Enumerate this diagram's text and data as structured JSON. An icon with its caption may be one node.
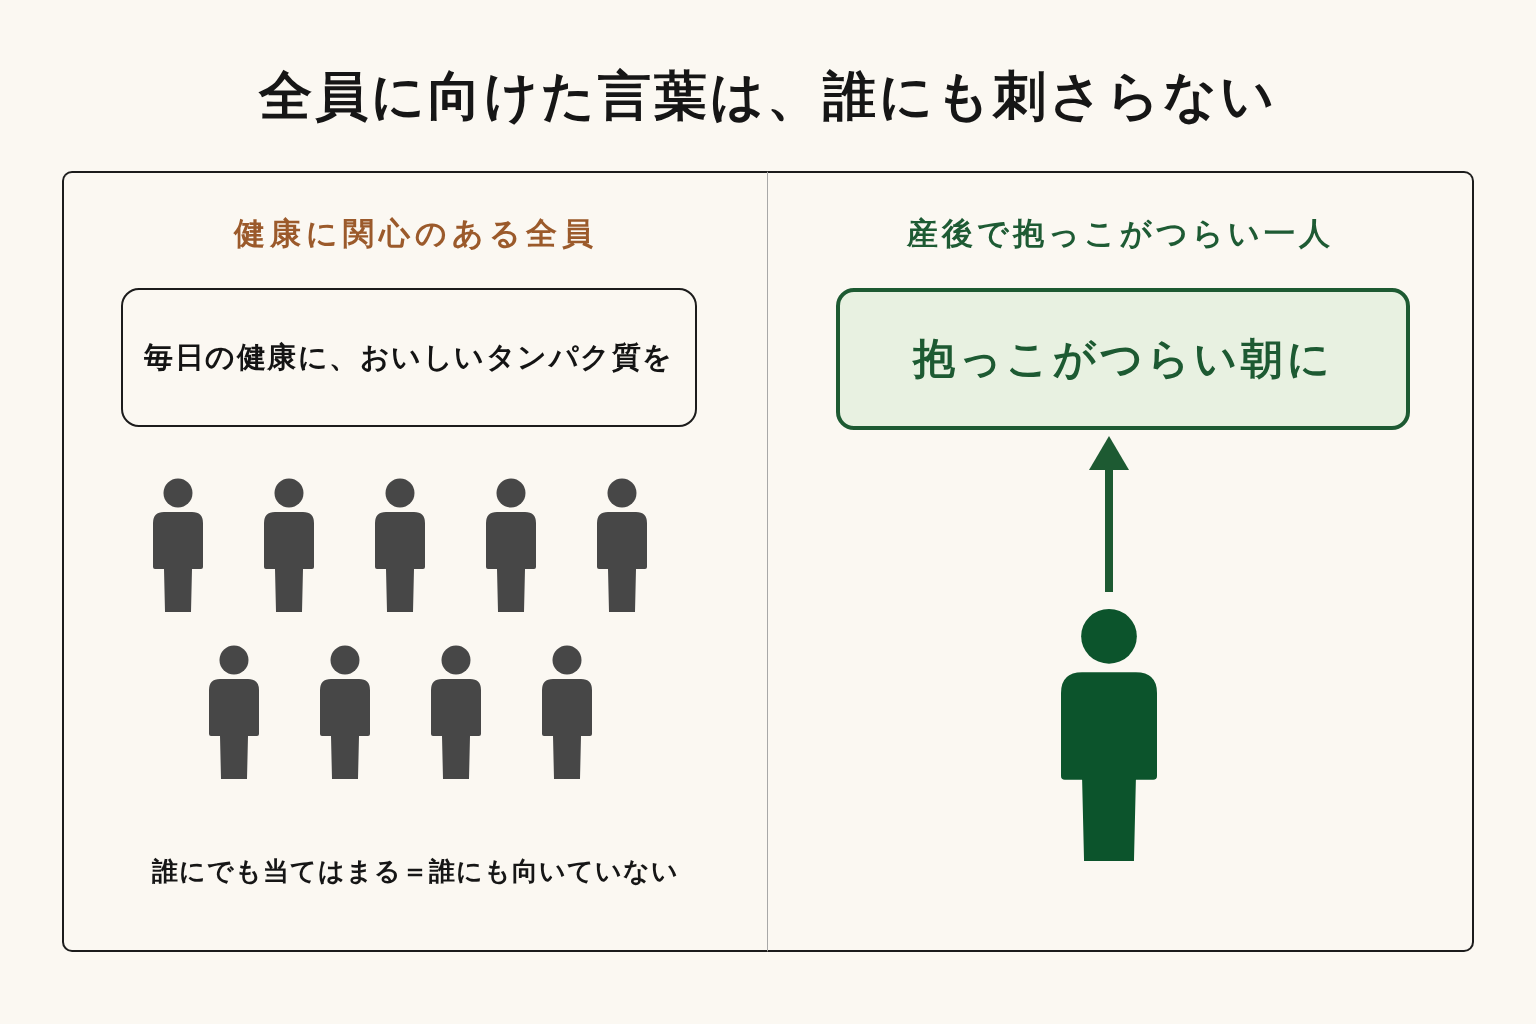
{
  "diagram": {
    "title": "全員に向けた言葉は、誰にも刺さらない",
    "nodes": [
      {
        "text": [
          "健康に関心のある全員",
          "誰にでも当てはまる＝誰にも向いていない"
        ]
      },
      {
        "text": [
          "毎日の健康に、おいしいタンパク質を"
        ],
        "in": 0
      },
      {
        "text": [],
        "shape": "person",
        "in": 0
      },
      {
        "text": [],
        "shape": "person",
        "in": 0
      },
      {
        "text": [],
        "shape": "person",
        "in": 0
      },
      {
        "text": [],
        "shape": "person",
        "in": 0
      },
      {
        "text": [],
        "shape": "person",
        "in": 0
      },
      {
        "text": [],
        "shape": "person",
        "in": 0
      },
      {
        "text": [],
        "shape": "person",
        "in": 0
      },
      {
        "text": [],
        "shape": "person",
        "in": 0
      },
      {
        "text": [],
        "shape": "person",
        "in": 0
      },
      {
        "text": [
          "産後で抱っこがつらい一人"
        ]
      },
      {
        "text": [
          "抱っこがつらい朝に"
        ],
        "in": 11
      },
      {
        "text": [],
        "shape": "person",
        "in": 11
      }
    ],
    "edges": [
      {
        "from": 13,
        "to": 12,
        "arrow": "to"
      }
    ]
  }
}
